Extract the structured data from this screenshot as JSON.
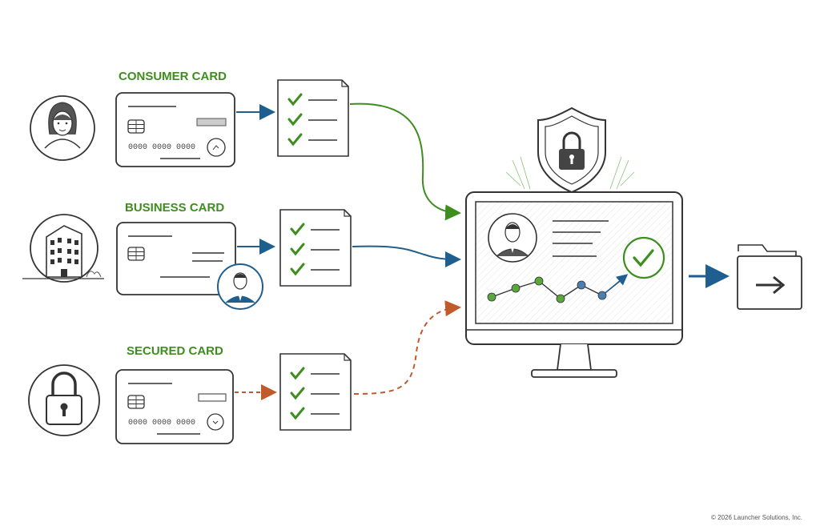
{
  "colors": {
    "green": "#3e8e1f",
    "blue": "#1f5f8f",
    "orange": "#c05a2a",
    "ink": "#333333"
  },
  "icons": {
    "consumer": "woman-avatar-icon",
    "business": "office-building-icon",
    "secured": "padlock-icon",
    "monitor_avatar": "man-avatar-icon",
    "shield": "shield-lock-icon",
    "approved": "checkmark-circle-icon",
    "folder": "folder-arrow-icon"
  },
  "cards": [
    {
      "label": "CONSUMER CARD",
      "number": "0000 0000 0000"
    },
    {
      "label": "BUSINESS CARD"
    },
    {
      "label": "SECURED CARD",
      "number": "0000 0000 0000"
    }
  ],
  "footer": {
    "copyright": "© 2026 Launcher Solutions, Inc."
  }
}
